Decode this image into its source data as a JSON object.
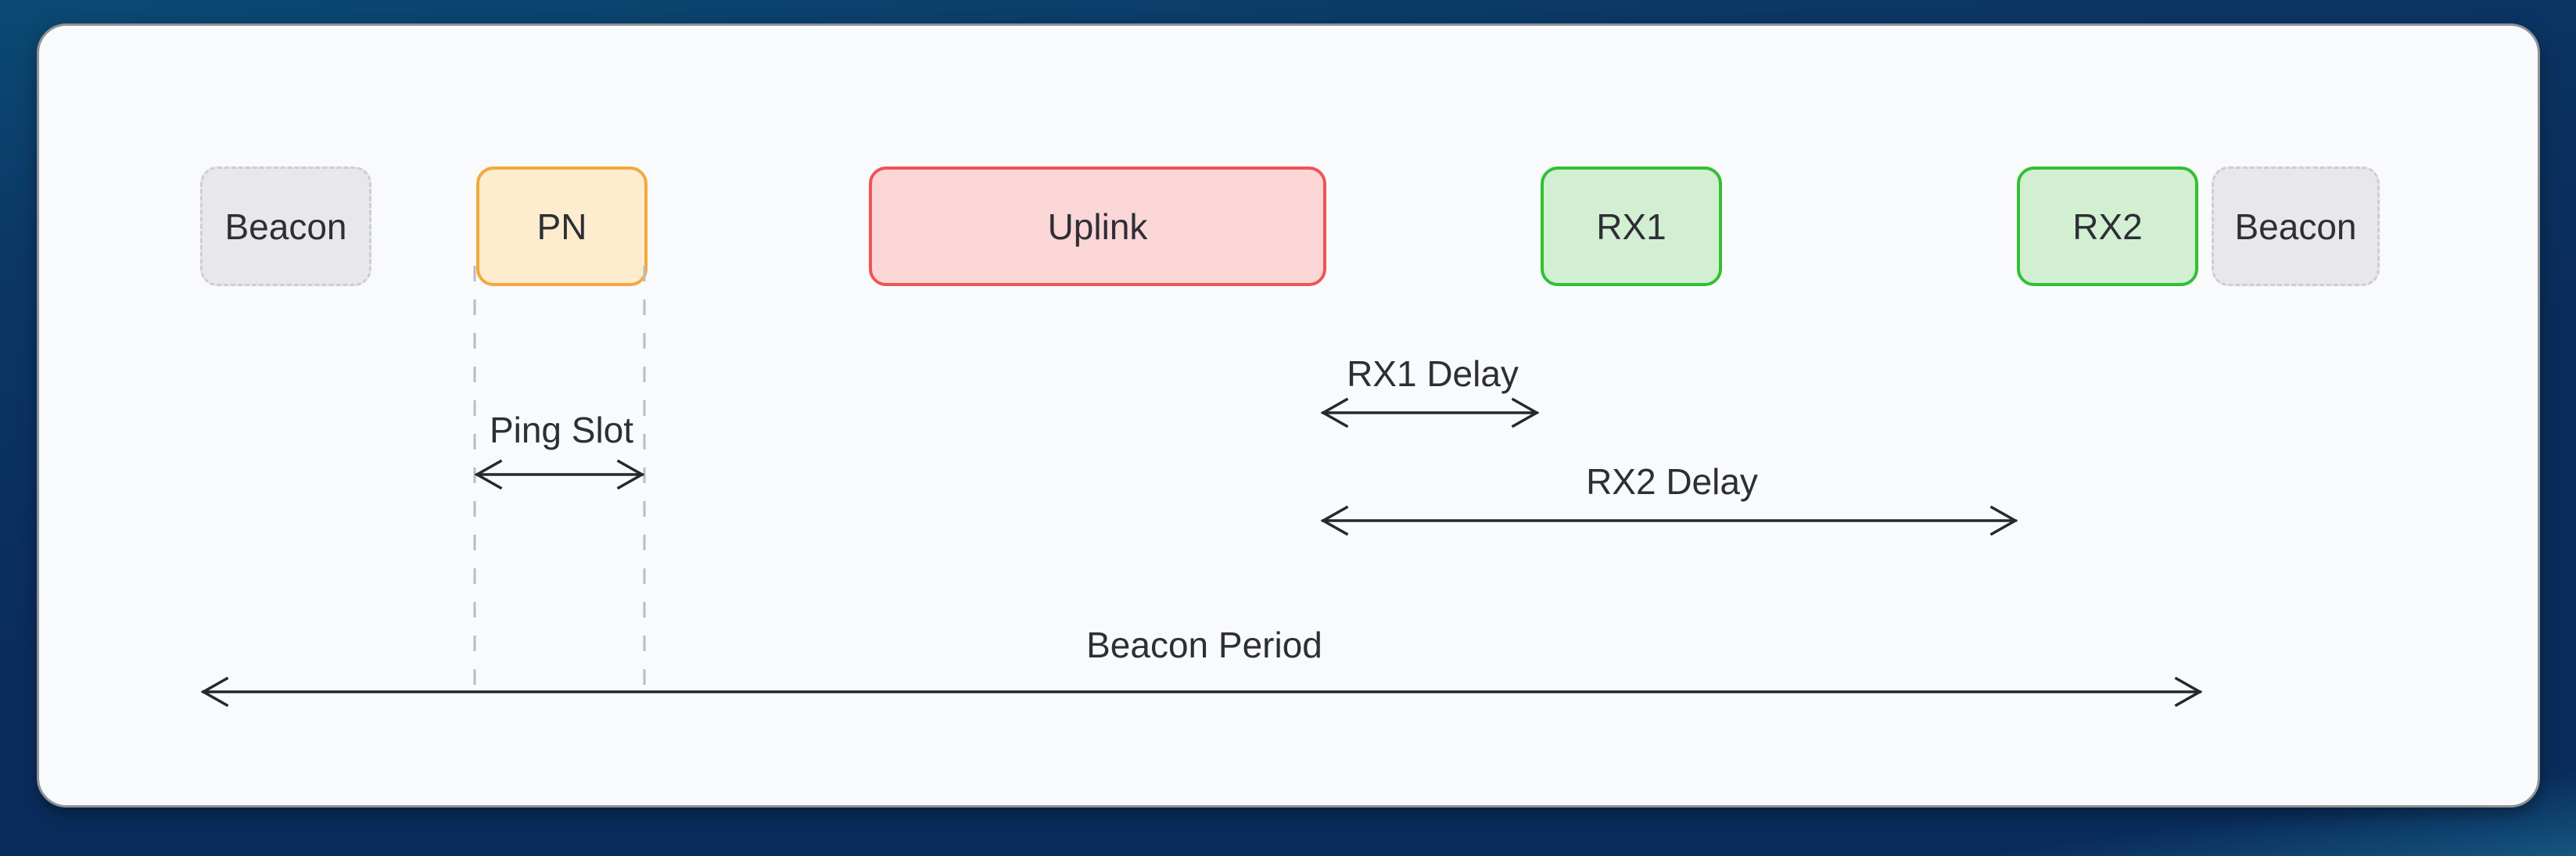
{
  "theme": {
    "bg_top": "#0b4a73",
    "bg_mid": "#0a2c5c",
    "bg_bottom": "#15567f",
    "card_bg": "#f8fafc",
    "card_border": "#8f9296",
    "text": "#2e2e36",
    "arrow": "#252830",
    "guide": "#bbbcc2",
    "beacon_fill": "#e8e8eb",
    "beacon_border": "#cdced4",
    "pn_fill": "#fdeccd",
    "pn_border": "#f2a93e",
    "uplink_fill": "#fad6d6",
    "uplink_border": "#ee5454",
    "rx_fill": "#d2efd2",
    "rx_border": "#33bf33"
  },
  "diagram": {
    "nodes": [
      {
        "id": "beacon-left",
        "label": "Beacon"
      },
      {
        "id": "pn",
        "label": "PN"
      },
      {
        "id": "uplink",
        "label": "Uplink"
      },
      {
        "id": "rx1",
        "label": "RX1"
      },
      {
        "id": "rx2",
        "label": "RX2"
      },
      {
        "id": "beacon-right",
        "label": "Beacon"
      }
    ],
    "measures": [
      {
        "id": "ping-slot",
        "label": "Ping Slot"
      },
      {
        "id": "rx1-delay",
        "label": "RX1 Delay"
      },
      {
        "id": "rx2-delay",
        "label": "RX2 Delay"
      },
      {
        "id": "beacon-period",
        "label": "Beacon Period"
      }
    ]
  }
}
